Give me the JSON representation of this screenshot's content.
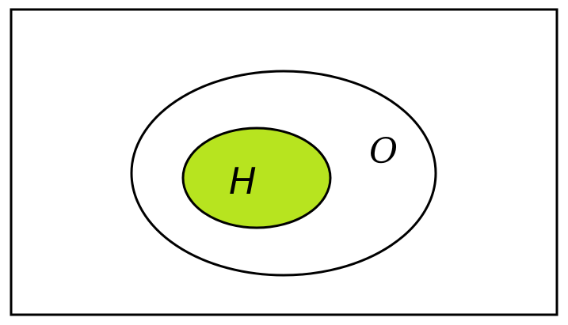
{
  "diagram": {
    "type": "venn-subset",
    "inner_set_label": "H",
    "outer_set_label": "O",
    "colors": {
      "background": "#ffffff",
      "stroke": "#000000",
      "inner_fill": "#b7e41f",
      "outer_fill": "#ffffff"
    }
  }
}
